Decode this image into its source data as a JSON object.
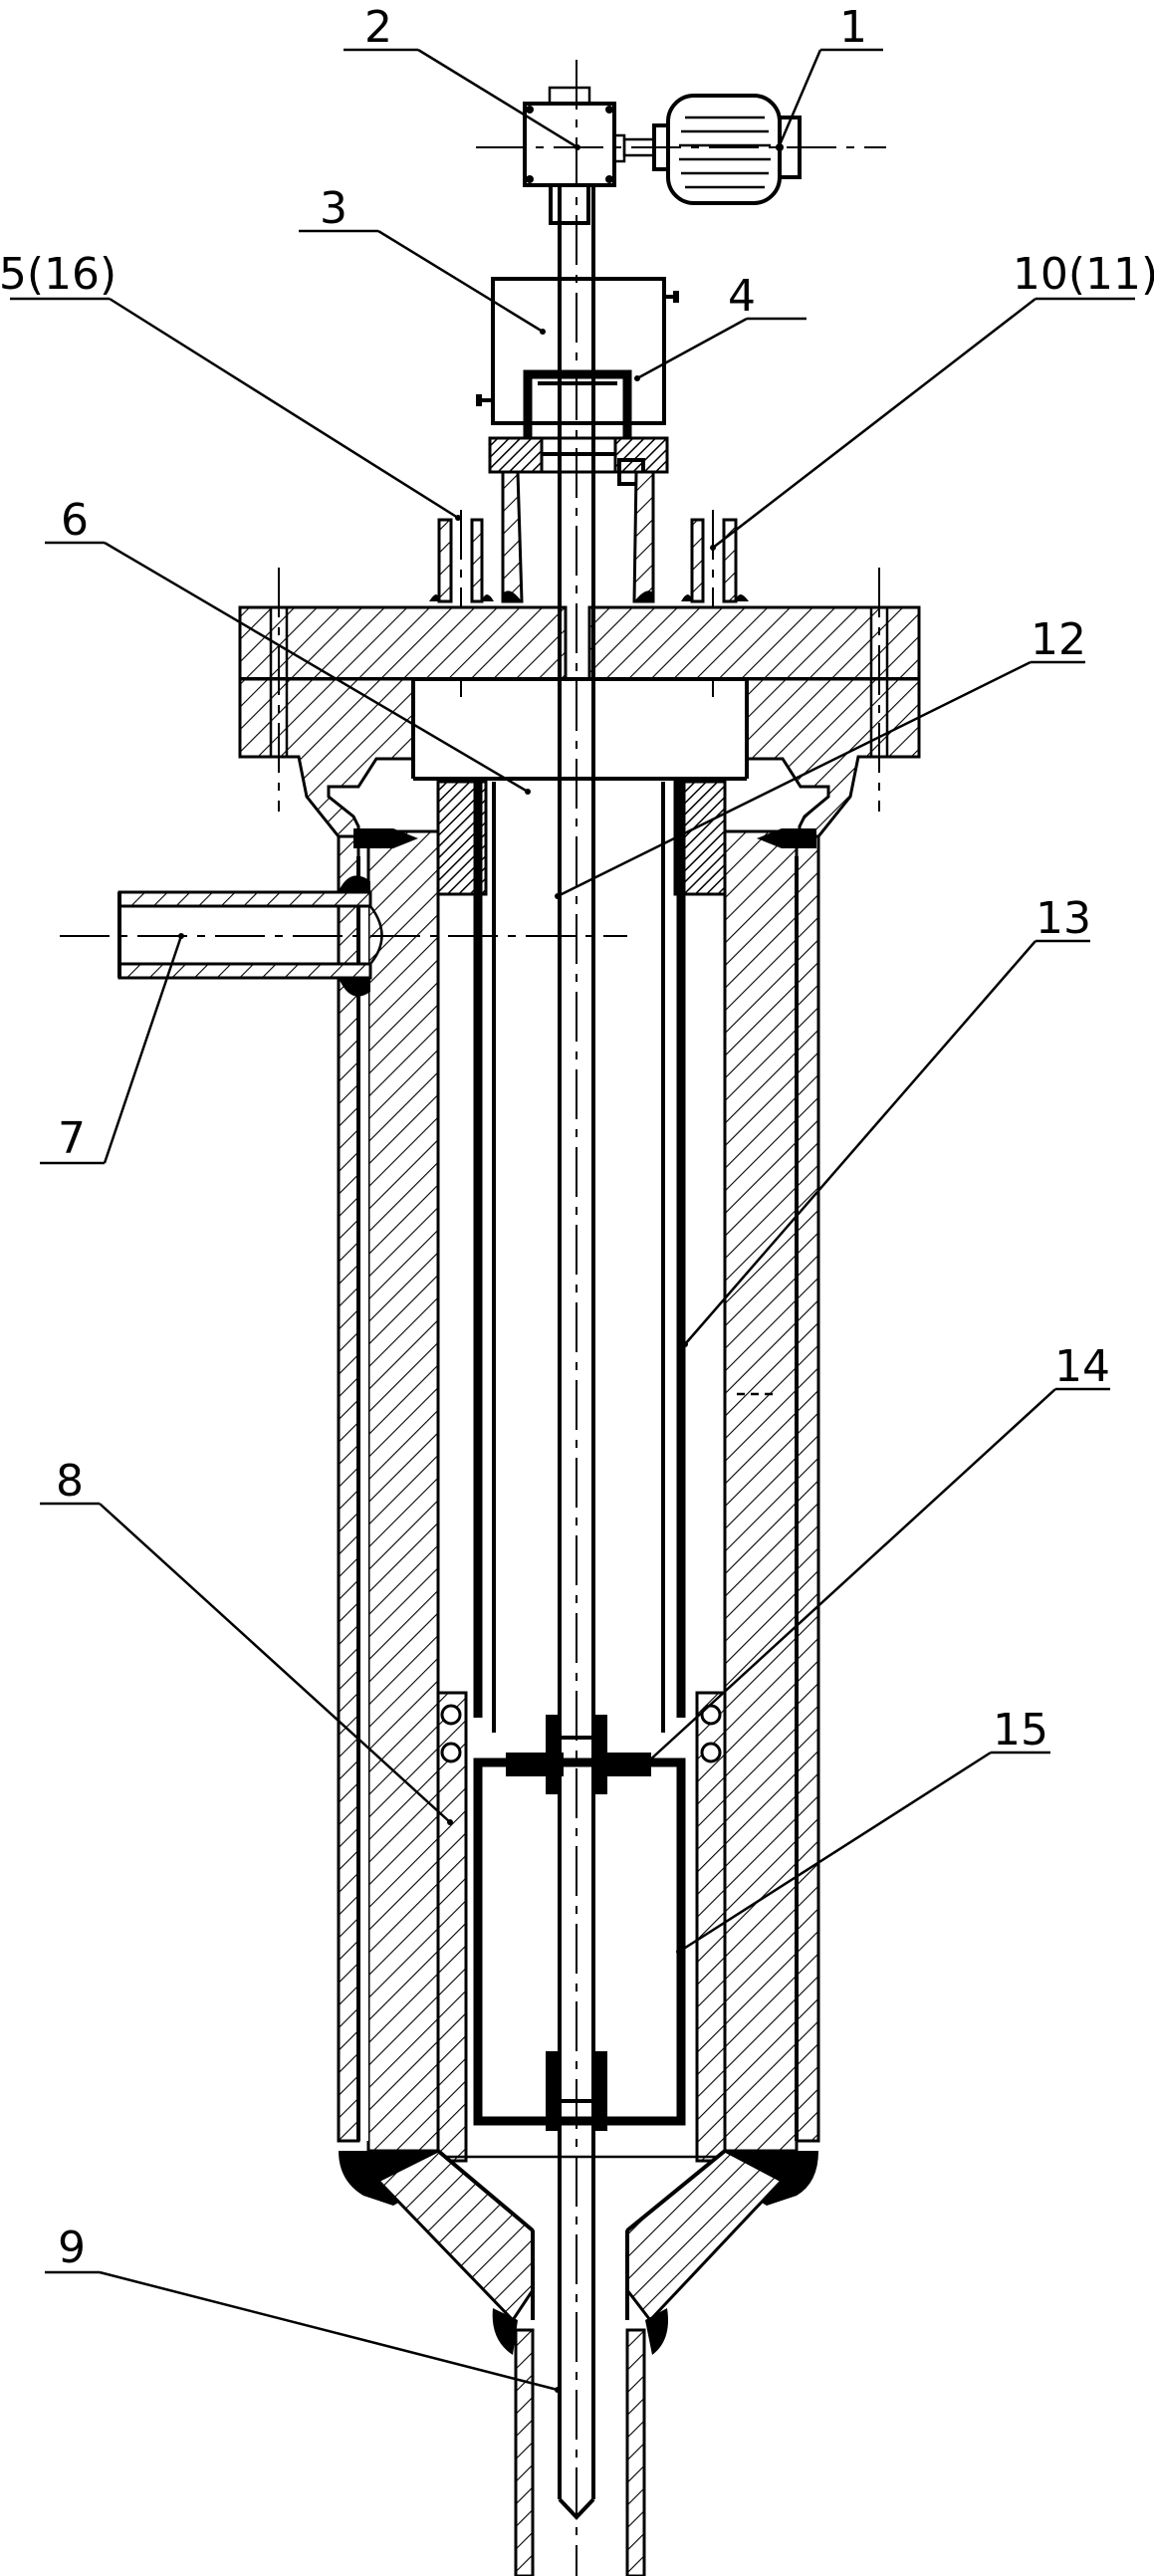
{
  "figure": {
    "background": "#ffffff",
    "ink": "#000000",
    "callouts": [
      {
        "id": "c1",
        "text": "1"
      },
      {
        "id": "c2",
        "text": "2"
      },
      {
        "id": "c3",
        "text": "3"
      },
      {
        "id": "c4",
        "text": "4"
      },
      {
        "id": "c5",
        "text": "5(16)"
      },
      {
        "id": "c6",
        "text": "6"
      },
      {
        "id": "c7",
        "text": "7"
      },
      {
        "id": "c8",
        "text": "8"
      },
      {
        "id": "c9",
        "text": "9"
      },
      {
        "id": "c10",
        "text": "10(11)"
      },
      {
        "id": "c12",
        "text": "12"
      },
      {
        "id": "c13",
        "text": "13"
      },
      {
        "id": "c14",
        "text": "14"
      },
      {
        "id": "c15",
        "text": "15"
      }
    ]
  }
}
